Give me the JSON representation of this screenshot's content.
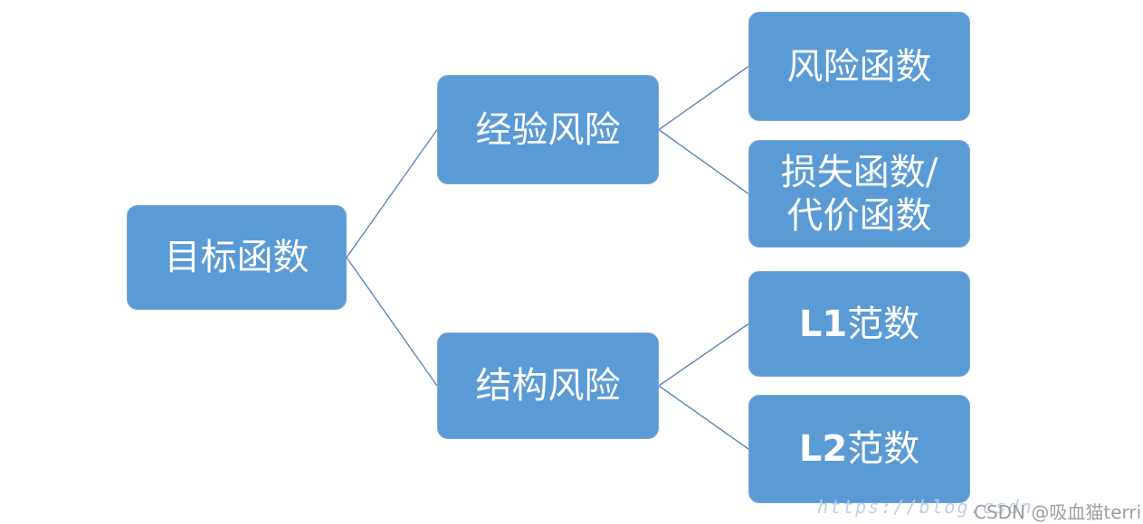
{
  "colors": {
    "node_fill": "#5b9bd5",
    "node_border": "#7fa7d2",
    "node_text": "#ffffff",
    "connector": "#5d87b7",
    "watermark_url": "#bdd0ea",
    "watermark_user": "#9e9e9e",
    "background": "#ffffff"
  },
  "diagram": {
    "type": "tree",
    "nodes": {
      "objective": {
        "label": "目标函数"
      },
      "empirical": {
        "label": "经验风险"
      },
      "structural": {
        "label": "结构风险"
      },
      "risk_fn": {
        "label": "风险函数"
      },
      "loss_fn": {
        "label": "损失函数/\n代价函数"
      },
      "l1": {
        "label_latin": "L1",
        "label_cjk": "范数"
      },
      "l2": {
        "label_latin": "L2",
        "label_cjk": "范数"
      }
    },
    "edges": [
      {
        "from": "objective",
        "to": "empirical"
      },
      {
        "from": "objective",
        "to": "structural"
      },
      {
        "from": "empirical",
        "to": "risk_fn"
      },
      {
        "from": "empirical",
        "to": "loss_fn"
      },
      {
        "from": "structural",
        "to": "l1"
      },
      {
        "from": "structural",
        "to": "l2"
      }
    ]
  },
  "watermarks": {
    "url": "https://blog.csdn",
    "user": "CSDN @吸血猫terri"
  }
}
